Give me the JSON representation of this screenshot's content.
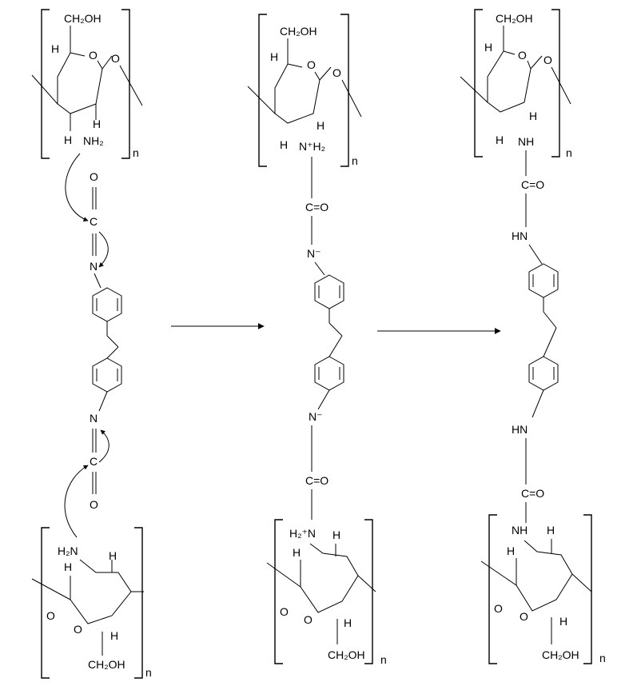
{
  "labels": {
    "ch2oh": "CH₂OH",
    "h": "H",
    "o": "O",
    "nh2": "NH₂",
    "h2n": "H₂N",
    "nh3_plus": "N⁺H₂",
    "h2n_plus": "H₂⁺N",
    "n_minus": "N⁻",
    "nh": "NH",
    "hn": "HN",
    "c_eq_o": "C=O",
    "c": "C",
    "n": "N",
    "n_sub": "n"
  }
}
